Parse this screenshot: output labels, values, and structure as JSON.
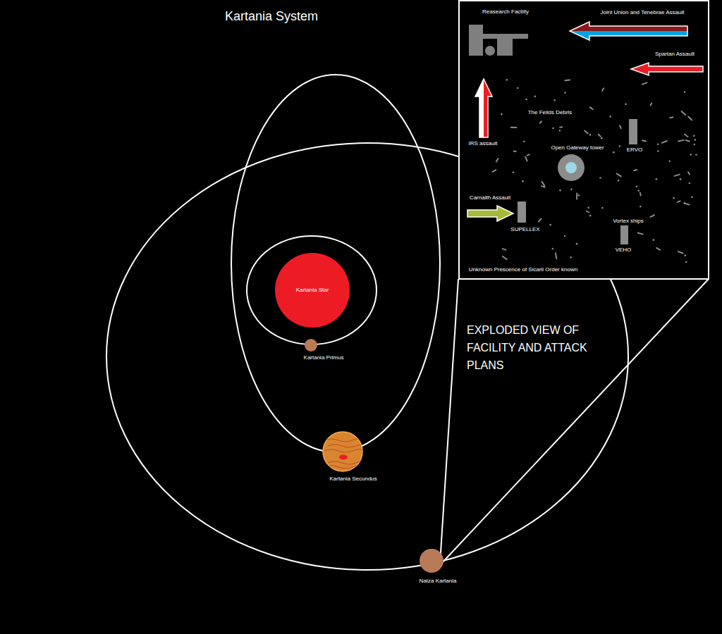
{
  "diagram": {
    "title": "Kartania System",
    "nodes": [
      {
        "text": [
          "Kartania Star"
        ]
      },
      {
        "text": [
          "Kartania Primus"
        ]
      },
      {
        "text": [
          "Kartania Secundus"
        ]
      },
      {
        "text": [
          "Natza Kartania"
        ]
      },
      {
        "text": [
          "Unknown Prescence of Sicarii Order known"
        ]
      },
      {
        "text": [
          "Reasearch Facility"
        ],
        "in": 4
      },
      {
        "text": [
          "Open Gateway tower"
        ],
        "in": 4
      },
      {
        "text": [
          "ERVO"
        ],
        "in": 4
      },
      {
        "text": [
          "SUPELLEX"
        ],
        "in": 4
      },
      {
        "text": [
          "VEHO"
        ],
        "in": 4
      }
    ],
    "labels": [
      "EXPLODED VIEW OF FACILITY AND ATTACK PLANS",
      "Joint Union and Tenebrae Assault",
      "Spartan Assault",
      "The Feilds Debris",
      "IRS assault",
      "Carnaith Assault",
      "Vortex ships"
    ]
  }
}
